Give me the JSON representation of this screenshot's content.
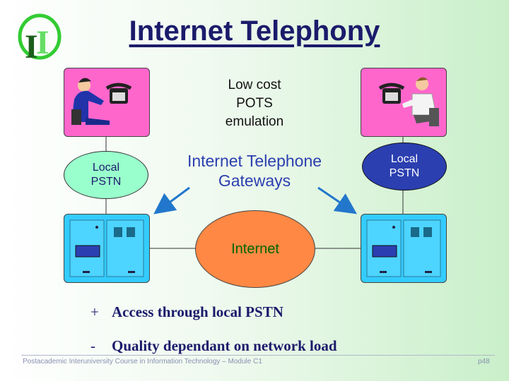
{
  "title": "Internet Telephony",
  "logo": {
    "letters": "II",
    "icon": "course-logo-icon"
  },
  "diagram": {
    "pots_lines": [
      "Low cost",
      "POTS",
      "emulation"
    ],
    "gateways_label_lines": [
      "Internet Telephone",
      "Gateways"
    ],
    "left_pstn_lines": [
      "Local",
      "PSTN"
    ],
    "right_pstn_lines": [
      "Local",
      "PSTN"
    ],
    "internet_label": "Internet",
    "colors": {
      "user_box": "#ff66cc",
      "pstn_left": "#99ffcc",
      "pstn_right": "#2b3fb0",
      "gateway_device": "#33ccff",
      "internet": "#ff8844"
    }
  },
  "bullets": [
    {
      "symbol": "+",
      "text": "Access through local PSTN"
    },
    {
      "symbol": "-",
      "text": "Quality dependant on network load"
    }
  ],
  "footer": {
    "text": "Postacademic Interuniversity Course in Information Technology – Module C1",
    "page": "p48"
  }
}
